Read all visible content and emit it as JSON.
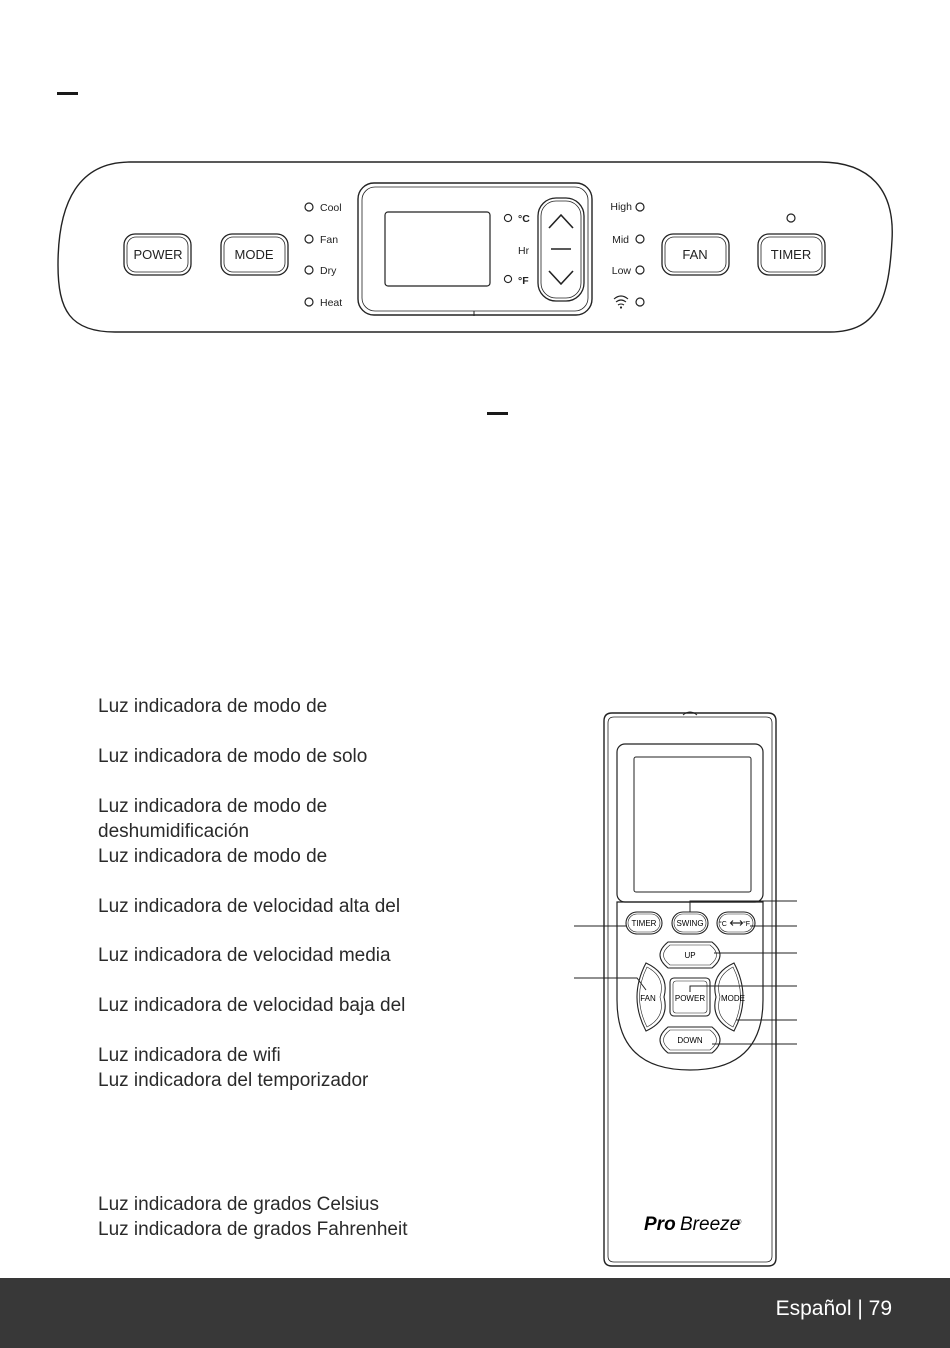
{
  "panel": {
    "buttons": {
      "power": "POWER",
      "mode": "MODE",
      "fan": "FAN",
      "timer": "TIMER"
    },
    "mode_leds": [
      "Cool",
      "Fan",
      "Dry",
      "Heat"
    ],
    "display": {
      "celsius": "°C",
      "hour": "Hr",
      "fahrenheit": "°F"
    },
    "speed_leds": [
      "High",
      "Mid",
      "Low"
    ],
    "wifi_icon": "wifi-icon"
  },
  "legend": [
    "Luz indicadora de modo de",
    "Luz indicadora de modo de solo",
    "Luz indicadora de modo de",
    "deshumidificación",
    "Luz indicadora de modo de",
    "Luz indicadora de velocidad alta del",
    "Luz indicadora de velocidad media",
    "Luz indicadora de velocidad baja del",
    "Luz indicadora de wifi",
    "Luz indicadora del temporizador",
    "Luz indicadora de grados Celsius",
    "Luz indicadora de grados Fahrenheit"
  ],
  "remote": {
    "buttons": {
      "timer": "TIMER",
      "swing": "SWING",
      "unit_left": "°C",
      "unit_right": "°F",
      "up": "UP",
      "fan": "FAN",
      "power": "POWER",
      "mode": "MODE",
      "down": "DOWN"
    },
    "brand_bold": "Pro",
    "brand_light": "Breeze",
    "brand_mark": "®"
  },
  "footer": {
    "text": "Español | 79"
  }
}
